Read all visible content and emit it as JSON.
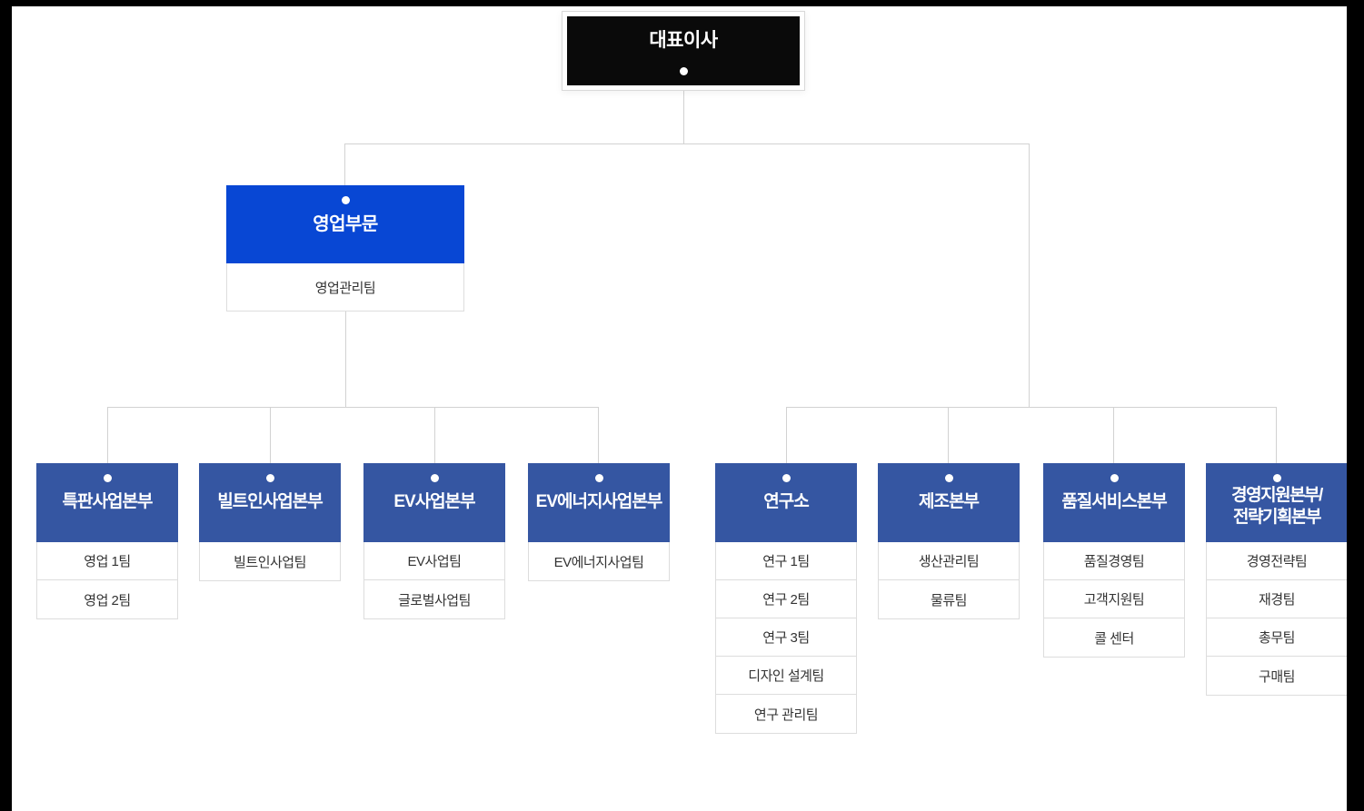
{
  "colors": {
    "frame": "#000000",
    "ceo_bg": "#0a0a0a",
    "division_bg": "#0847d4",
    "department_bg": "#3556a2",
    "connector_line": "#d2d2d2",
    "card_border": "#dddddd",
    "team_text": "#333333",
    "header_text": "#ffffff"
  },
  "ceo": {
    "title": "대표이사"
  },
  "division": {
    "title": "영업부문",
    "teams": [
      "영업관리팀"
    ]
  },
  "departments": [
    {
      "title": "특판사업본부",
      "teams": [
        "영업 1팀",
        "영업 2팀"
      ]
    },
    {
      "title": "빌트인사업본부",
      "teams": [
        "빌트인사업팀"
      ]
    },
    {
      "title": "EV사업본부",
      "teams": [
        "EV사업팀",
        "글로벌사업팀"
      ]
    },
    {
      "title": "EV에너지사업본부",
      "teams": [
        "EV에너지사업팀"
      ]
    },
    {
      "title": "연구소",
      "teams": [
        "연구 1팀",
        "연구 2팀",
        "연구 3팀",
        "디자인 설계팀",
        "연구 관리팀"
      ]
    },
    {
      "title": "제조본부",
      "teams": [
        "생산관리팀",
        "물류팀"
      ]
    },
    {
      "title": "품질서비스본부",
      "teams": [
        "품질경영팀",
        "고객지원팀",
        "콜 센터"
      ]
    },
    {
      "title": "경영지원본부/전략기획본부",
      "title_lines": [
        "경영지원본부/",
        "전략기획본부"
      ],
      "teams": [
        "경영전략팀",
        "재경팀",
        "총무팀",
        "구매팀"
      ]
    }
  ]
}
